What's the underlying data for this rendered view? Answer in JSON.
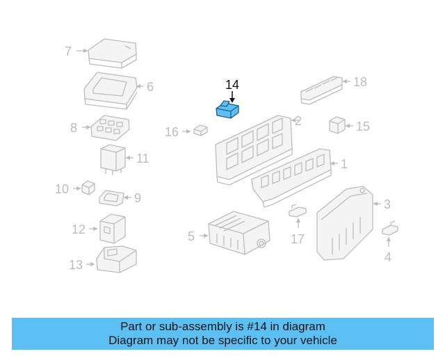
{
  "diagram": {
    "callouts": {
      "c1": "1",
      "c2": "2",
      "c3": "3",
      "c4": "4",
      "c5": "5",
      "c6": "6",
      "c7": "7",
      "c8": "8",
      "c9": "9",
      "c10": "10",
      "c11": "11",
      "c12": "12",
      "c13": "13",
      "c14": "14",
      "c15": "15",
      "c16": "16",
      "c17": "17",
      "c18": "18"
    },
    "highlighted_part": "14",
    "colors": {
      "highlight": "#5cc0f4",
      "part_outline": "#bcbcbc",
      "banner": "#5cc0f4"
    }
  },
  "banner": {
    "line1": "Part or sub-assembly is #14 in diagram",
    "line2": "Diagram may not be specific to your vehicle"
  }
}
